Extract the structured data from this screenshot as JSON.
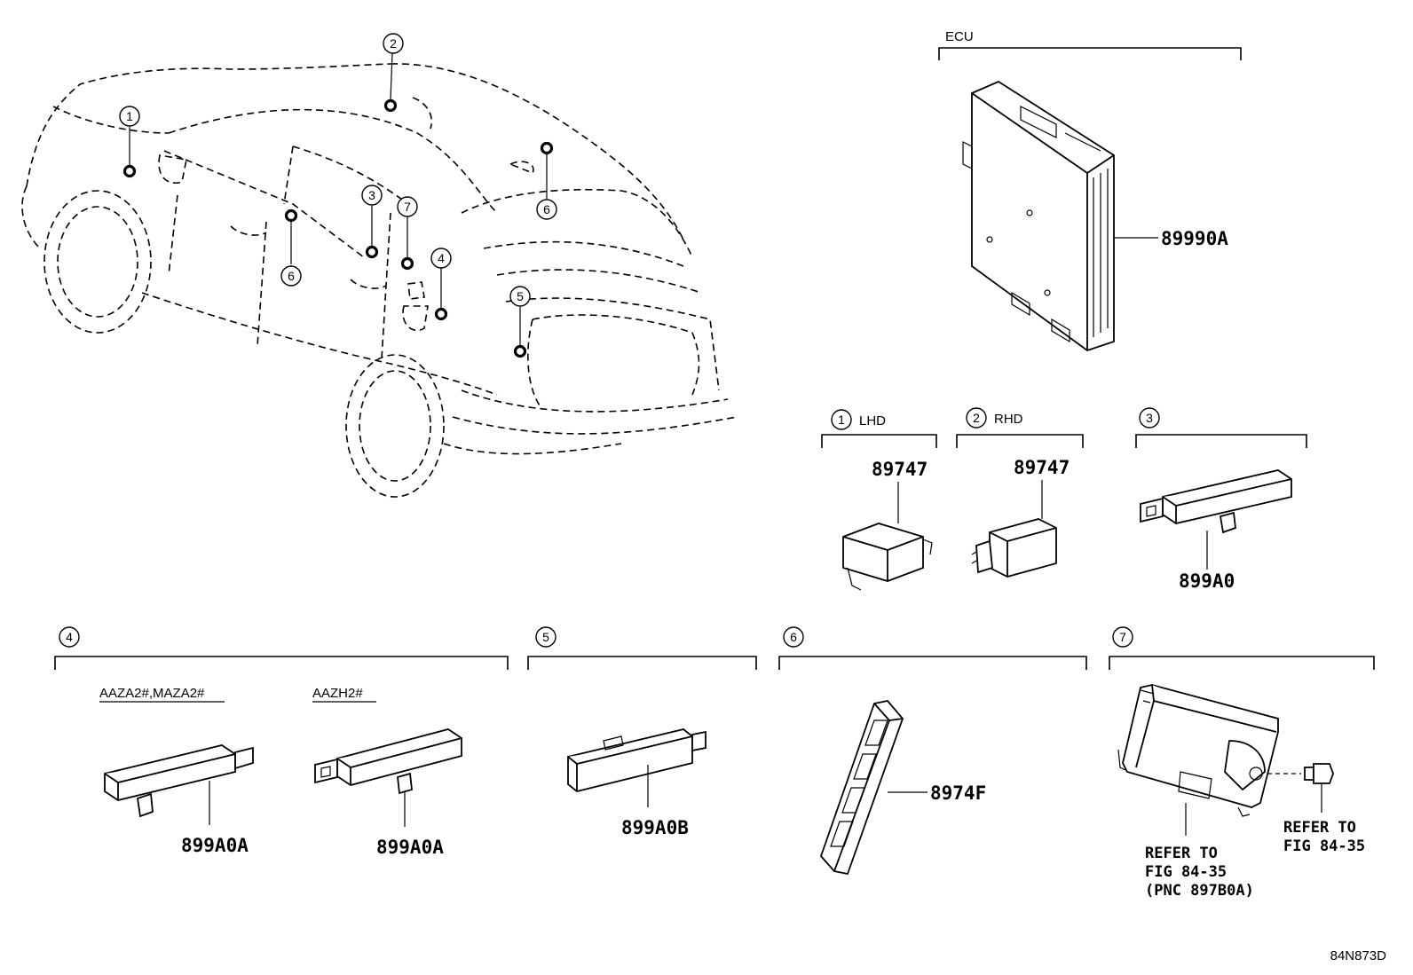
{
  "ecu_label": "ECU",
  "ecu_part": "89990A",
  "callouts": [
    "1",
    "2",
    "3",
    "4",
    "5",
    "6",
    "7"
  ],
  "car_markers": [
    "1",
    "2",
    "3",
    "7",
    "4",
    "5",
    "6",
    "6"
  ],
  "groups": {
    "g1": {
      "num": "1",
      "label": "LHD",
      "part": "89747"
    },
    "g2": {
      "num": "2",
      "label": "RHD",
      "part": "89747"
    },
    "g3": {
      "num": "3",
      "part": "899A0"
    },
    "g4": {
      "num": "4",
      "variant_a": "AAZA2#,MAZA2#",
      "variant_b": "AAZH2#",
      "part_a": "899A0A",
      "part_b": "899A0A"
    },
    "g5": {
      "num": "5",
      "part": "899A0B"
    },
    "g6": {
      "num": "6",
      "part": "8974F"
    },
    "g7": {
      "num": "7",
      "ref_a": [
        "REFER TO",
        "FIG 84-35",
        "(PNC 897B0A)"
      ],
      "ref_b": [
        "REFER TO",
        "FIG 84-35"
      ]
    }
  },
  "figure_code": "84N873D"
}
